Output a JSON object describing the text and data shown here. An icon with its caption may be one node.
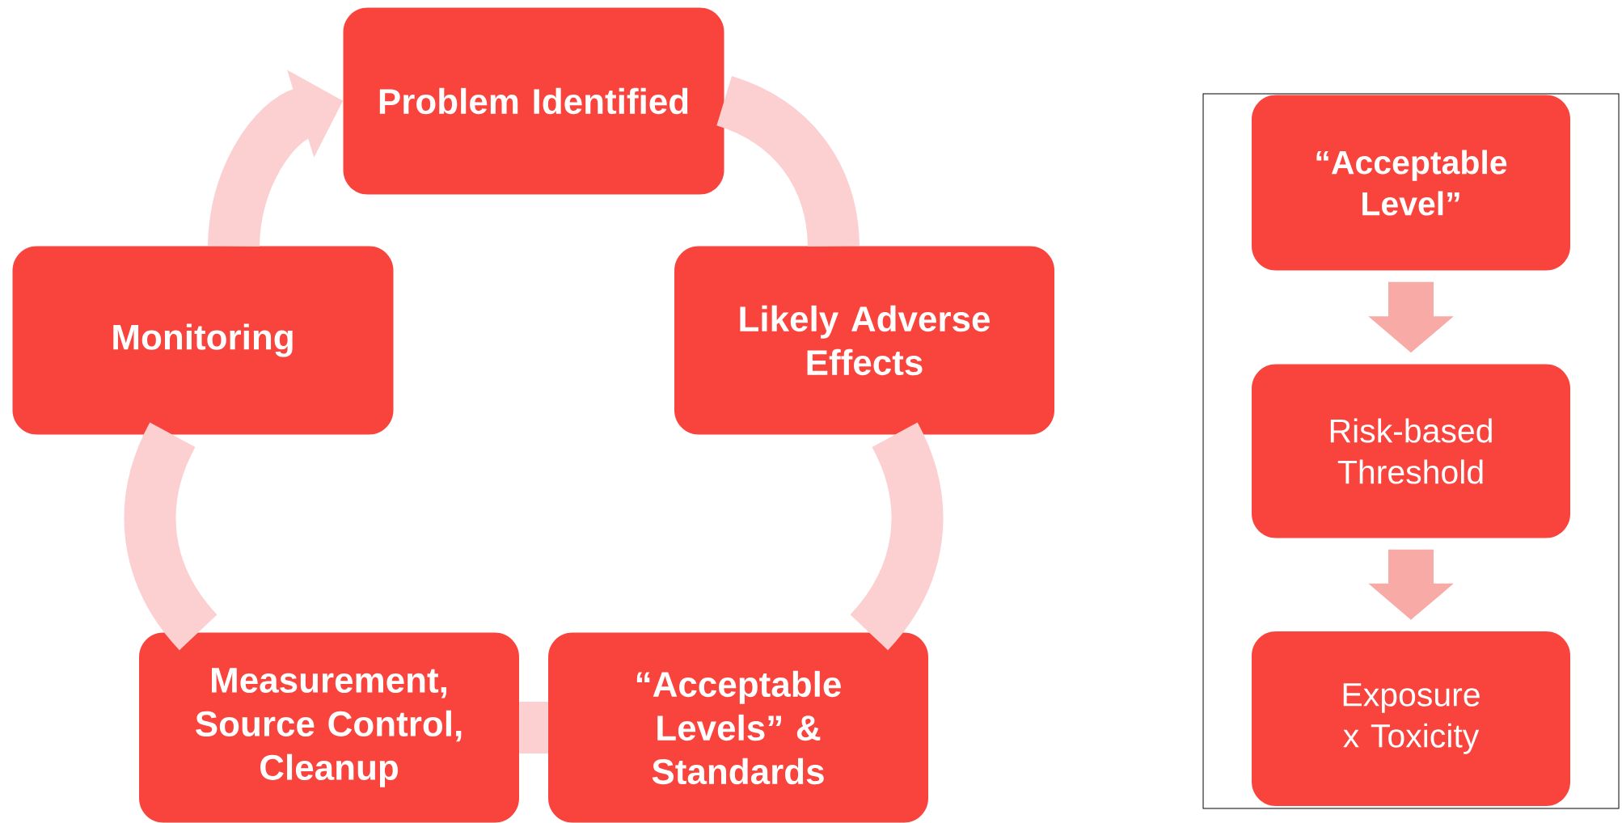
{
  "diagram": {
    "nodes": [
      {
        "text": [
          "Problem Identified"
        ]
      },
      {
        "text": [
          "Likely Adverse Effects"
        ]
      },
      {
        "text": [
          "“Acceptable Levels” & Standards"
        ]
      },
      {
        "text": [
          "Measurement, Source Control, Cleanup"
        ]
      },
      {
        "text": [
          "Monitoring"
        ]
      },
      {
        "text": [],
        "shape": "box"
      },
      {
        "text": [
          "“Acceptable Level”"
        ],
        "in": 5
      },
      {
        "text": [
          "Risk-based Threshold"
        ],
        "in": 5
      },
      {
        "text": [
          "Exposure x Toxicity"
        ],
        "in": 5
      }
    ],
    "edges": [
      {
        "from": 0,
        "to": 1,
        "arrow": "none"
      },
      {
        "from": 1,
        "to": 2,
        "arrow": "none"
      },
      {
        "from": 2,
        "to": 3,
        "arrow": "none"
      },
      {
        "from": 3,
        "to": 4,
        "arrow": "none"
      },
      {
        "from": 4,
        "to": 0,
        "arrow": "to"
      },
      {
        "from": 6,
        "to": 7,
        "arrow": "to",
        "color": "#f7aaa6"
      },
      {
        "from": 7,
        "to": 8,
        "arrow": "to",
        "color": "#f7aaa6"
      }
    ]
  }
}
